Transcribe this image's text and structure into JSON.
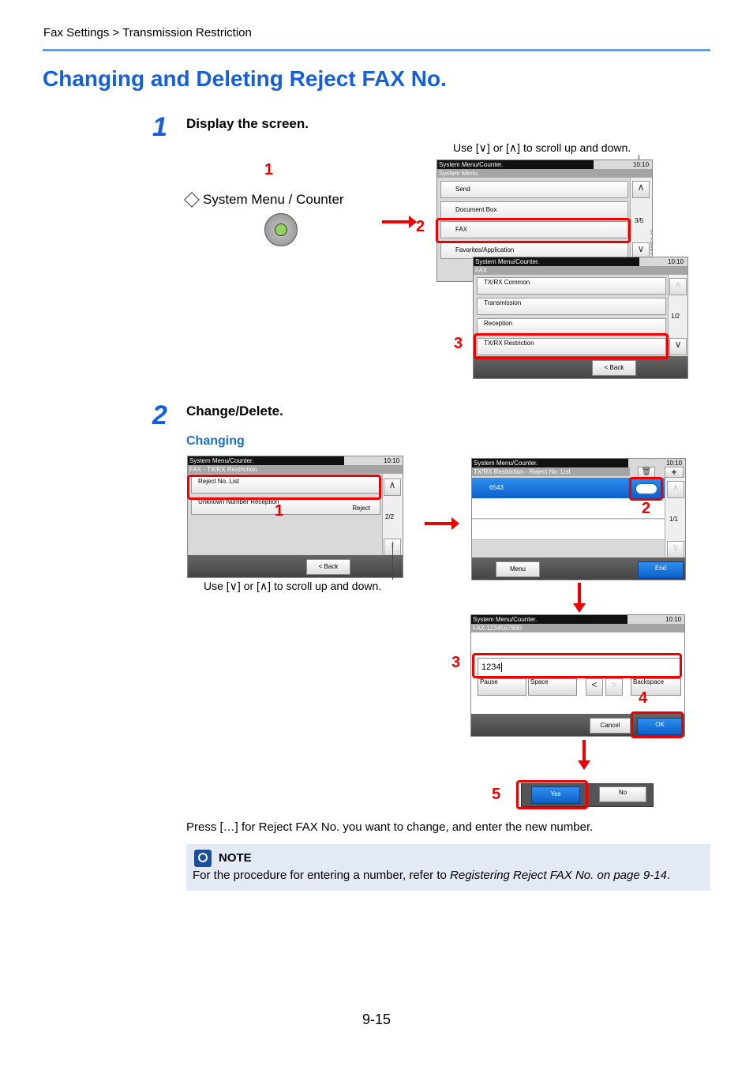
{
  "breadcrumb": "Fax Settings > Transmission Restriction",
  "title": "Changing and Deleting Reject FAX No.",
  "step1": {
    "number": "1",
    "heading": "Display the screen.",
    "label_1": "1",
    "system_menu_key": "System Menu / Counter",
    "label_2": "2",
    "label_3": "3",
    "scroll_caption": "Use [∨] or [∧] to scroll up and down.",
    "screen_a": {
      "bar": "System Menu/Counter.",
      "time": "10:10",
      "subtitle": "System Menu",
      "items": [
        "Send",
        "Document Box",
        "FAX",
        "Favorites/Application"
      ],
      "page": "3/5",
      "image_id": "GB0054_02"
    },
    "screen_b": {
      "bar": "System Menu/Counter.",
      "time": "10:10",
      "subtitle": "FAX",
      "items": [
        "TX/RX Common",
        "Transmission",
        "Reception",
        "TX/RX Restriction"
      ],
      "page": "1/2",
      "back": "< Back",
      "image_id": "GB0316_00"
    }
  },
  "step2": {
    "number": "2",
    "heading": "Change/Delete.",
    "subheading": "Changing",
    "scroll_caption": "Use [∨] or [∧] to scroll up and down.",
    "label_1": "1",
    "label_2": "2",
    "label_3": "3",
    "label_4": "4",
    "label_5": "5",
    "screen_c": {
      "bar": "System Menu/Counter.",
      "time": "10:10",
      "subtitle": "FAX - TX/RX Restriction",
      "items": [
        "Reject No. List",
        "Unknown Number Reception"
      ],
      "item2_value": "Reject",
      "page": "2/2",
      "back": "< Back",
      "image_id": "GB0345_01"
    },
    "screen_d": {
      "bar": "System Menu/Counter.",
      "time": "10:10",
      "subtitle": "TX/RX Restriction - Reject No. List",
      "entry": "6543",
      "page": "1/1",
      "menu": "Menu",
      "end": "End",
      "image_id": "GB0356_00"
    },
    "screen_e": {
      "bar": "System Menu/Counter.",
      "time": "10:10",
      "subtitle": "FAX:1234567890",
      "input_value": "1234",
      "keys": [
        "Pause",
        "Space",
        "Backspace"
      ],
      "cancel": "Cancel",
      "ok": "OK",
      "image_id": "GB0357_00"
    },
    "confirm": {
      "yes": "Yes",
      "no": "No"
    },
    "instruction": "Press […] for Reject FAX No. you want to change, and enter the new number."
  },
  "note": {
    "heading": "NOTE",
    "text_prefix": "For the procedure for entering a number, refer to ",
    "text_ref": "Registering Reject FAX No. on page 9-14",
    "text_suffix": "."
  },
  "page_number": "9-15"
}
